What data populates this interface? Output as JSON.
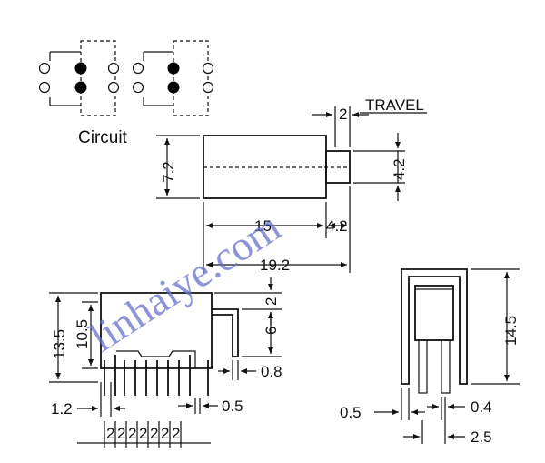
{
  "circuit_label": "Circuit",
  "travel_label": "TRAVEL",
  "dims": {
    "travel": "2",
    "width_72": "7.2",
    "act_42": "4.2",
    "len_15": "15",
    "len_42": "4.2",
    "len_192": "19.2",
    "h_135": "13.5",
    "h_105": "10.5",
    "top_2": "2",
    "lead_6": "6",
    "lead_08": "0.8",
    "off_12": "1.2",
    "pin_05": "0.5",
    "pitch": "2",
    "h_145": "14.5",
    "side_05": "0.5",
    "side_04": "0.4",
    "side_25": "2.5"
  },
  "watermark": "linhaiye.com"
}
